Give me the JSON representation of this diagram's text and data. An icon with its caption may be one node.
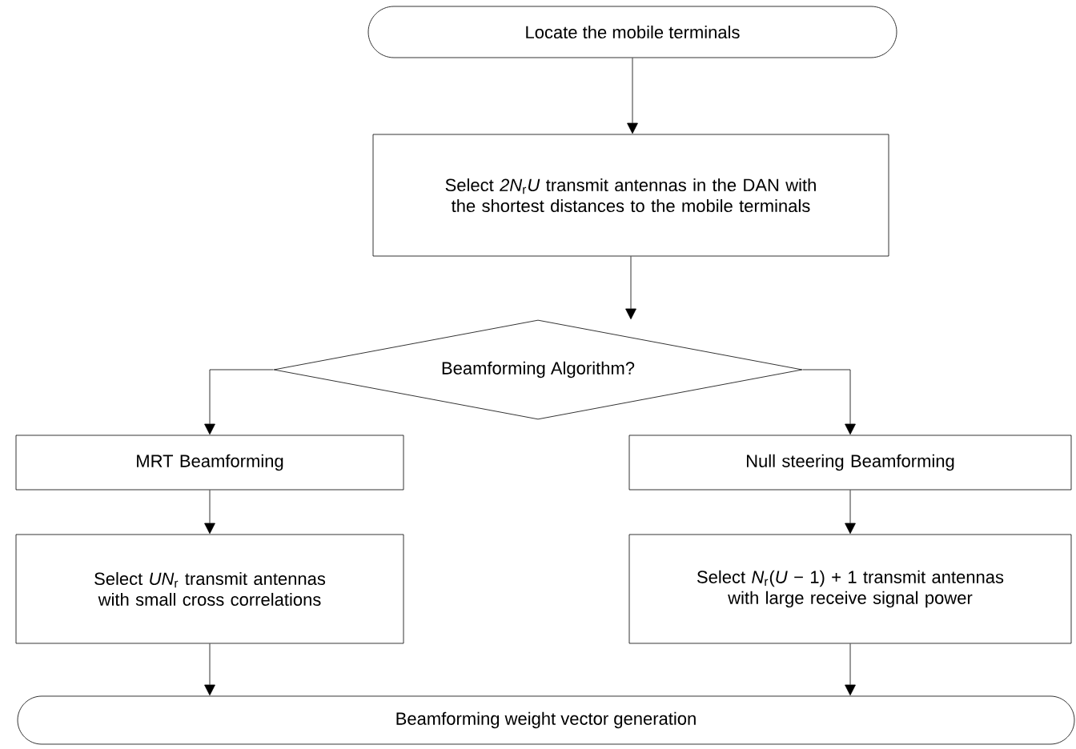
{
  "diagram": {
    "nodes": [
      {
        "text": [
          "Locate the mobile terminals"
        ]
      },
      {
        "text": [
          "Select *2N*$_{r}$*U* transmit antennas in the DAN with the shortest distances to the mobile terminals"
        ]
      },
      {
        "text": [
          "Beamforming Algorithm?"
        ]
      },
      {
        "text": [
          "MRT Beamforming"
        ]
      },
      {
        "text": [
          "Null steering Beamforming"
        ]
      },
      {
        "text": [
          "Select *UN*$_{r}$ transmit antennas with small cross correlations"
        ]
      },
      {
        "text": [
          "Select *N*$_{r}$(*U* − 1) + 1 transmit antennas with large receive signal power"
        ]
      },
      {
        "text": [
          "Beamforming weight vector generation"
        ]
      }
    ],
    "edges": [
      {
        "from": 0,
        "to": 1,
        "arrow": "to"
      },
      {
        "from": 1,
        "to": 2,
        "arrow": "to"
      },
      {
        "from": 2,
        "to": 3,
        "arrow": "to"
      },
      {
        "from": 2,
        "to": 4,
        "arrow": "to"
      },
      {
        "from": 3,
        "to": 5,
        "arrow": "to"
      },
      {
        "from": 4,
        "to": 6,
        "arrow": "to"
      },
      {
        "from": 5,
        "to": 7,
        "arrow": "to"
      },
      {
        "from": 6,
        "to": 7,
        "arrow": "to"
      }
    ]
  }
}
